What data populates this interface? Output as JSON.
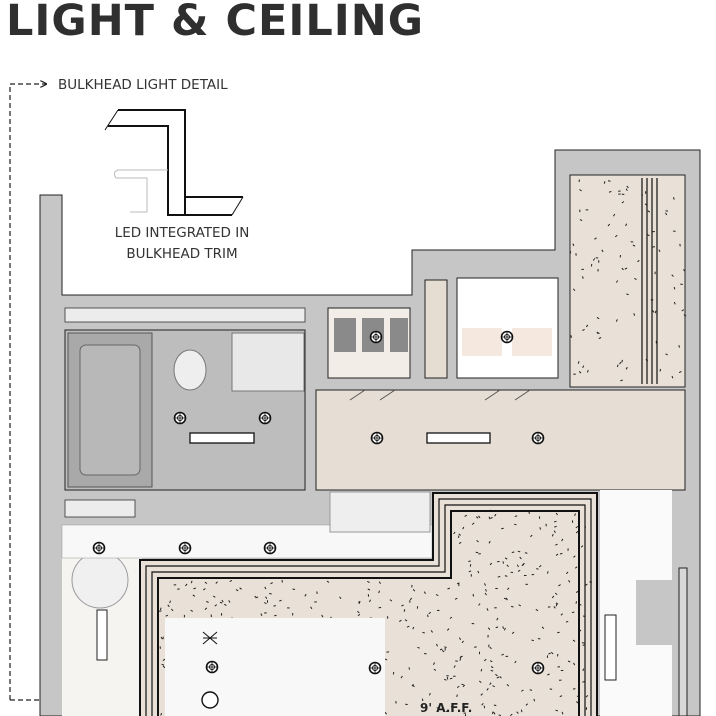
{
  "title": "LIGHT & CEILING",
  "callout": {
    "detail_label": "BULKHEAD LIGHT DETAIL",
    "led_line1": "LED INTEGRATED IN",
    "led_line2": "BULKHEAD TRIM"
  },
  "plan": {
    "ceiling_height": "9' A.F.F."
  },
  "colors": {
    "wall": "#c6c6c6",
    "outline": "#1e1e1e",
    "speckle_ceiling": "#e9e1d8",
    "wood_floor": "#e6ded4",
    "bathroom_floor": "#bdbdbd"
  }
}
